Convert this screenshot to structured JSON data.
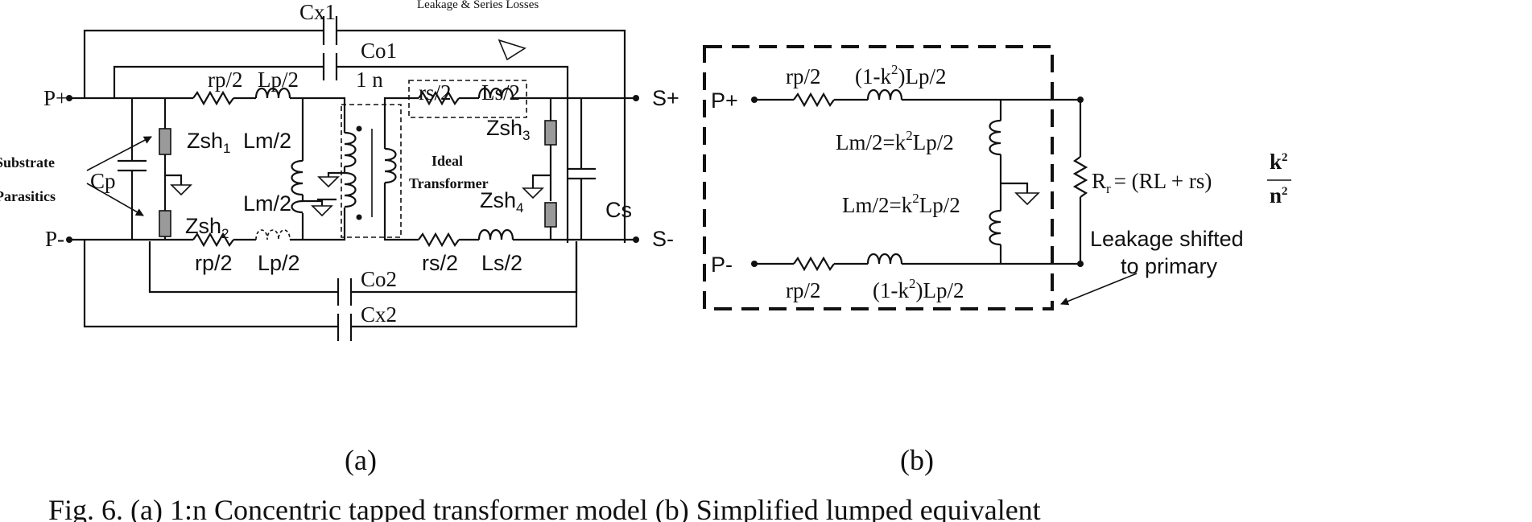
{
  "diagram_a": {
    "cx1": "Cx1",
    "co1": "Co1",
    "leakage_note": "Leakage & Series Losses",
    "p_plus": "P+",
    "p_minus": "P-",
    "s_plus": "S+",
    "s_minus": "S-",
    "rp2_top": "rp/2",
    "lp2_top": "Lp/2",
    "ratio": "1 n",
    "rs2_top": "rs/2",
    "ls2_top": "Ls/2",
    "substrate_1": "Substrate",
    "substrate_2": "Parasitics",
    "zsh1": "Zsh",
    "zsh1_sub": "1",
    "lm2_top": "Lm/2",
    "zsh3": "Zsh",
    "zsh3_sub": "3",
    "ideal_1": "Ideal",
    "ideal_2": "Transformer",
    "cp": "Cp",
    "lm2_bot": "Lm/2",
    "cs": "Cs",
    "zsh2": "Zsh",
    "zsh2_sub": "2",
    "zsh4": "Zsh",
    "zsh4_sub": "4",
    "rp2_bot": "rp/2",
    "lp2_bot": "Lp/2",
    "rs2_bot": "rs/2",
    "ls2_bot": "Ls/2",
    "co2": "Co2",
    "cx2": "Cx2"
  },
  "diagram_b": {
    "rp2_top": "rp/2",
    "lk_top_pre": "(1-k",
    "lk_top_exp": "2",
    "lk_top_post": ")Lp/2",
    "p_plus": "P+",
    "p_minus": "P-",
    "lm_top_pre": "Lm/2=k",
    "lm_top_exp": "2",
    "lm_top_post": "Lp/2",
    "lm_bot_pre": "Lm/2=k",
    "lm_bot_exp": "2",
    "lm_bot_post": "Lp/2",
    "rr_label": "R",
    "rr_sub": "r",
    "rr_eq": "= (RL + rs)",
    "rr_num": "k",
    "rr_num_exp": "2",
    "rr_den": "n",
    "rr_den_exp": "2",
    "note_1": "Leakage shifted",
    "note_2": "to primary",
    "rp2_bot": "rp/2",
    "lk_bot_pre": "(1-k",
    "lk_bot_exp": "2",
    "lk_bot_post": ")Lp/2"
  },
  "captions": {
    "a": "(a)",
    "b": "(b)",
    "fig": "Fig. 6. (a) 1:n Concentric tapped transformer model (b) Simplified lumped equivalent"
  }
}
